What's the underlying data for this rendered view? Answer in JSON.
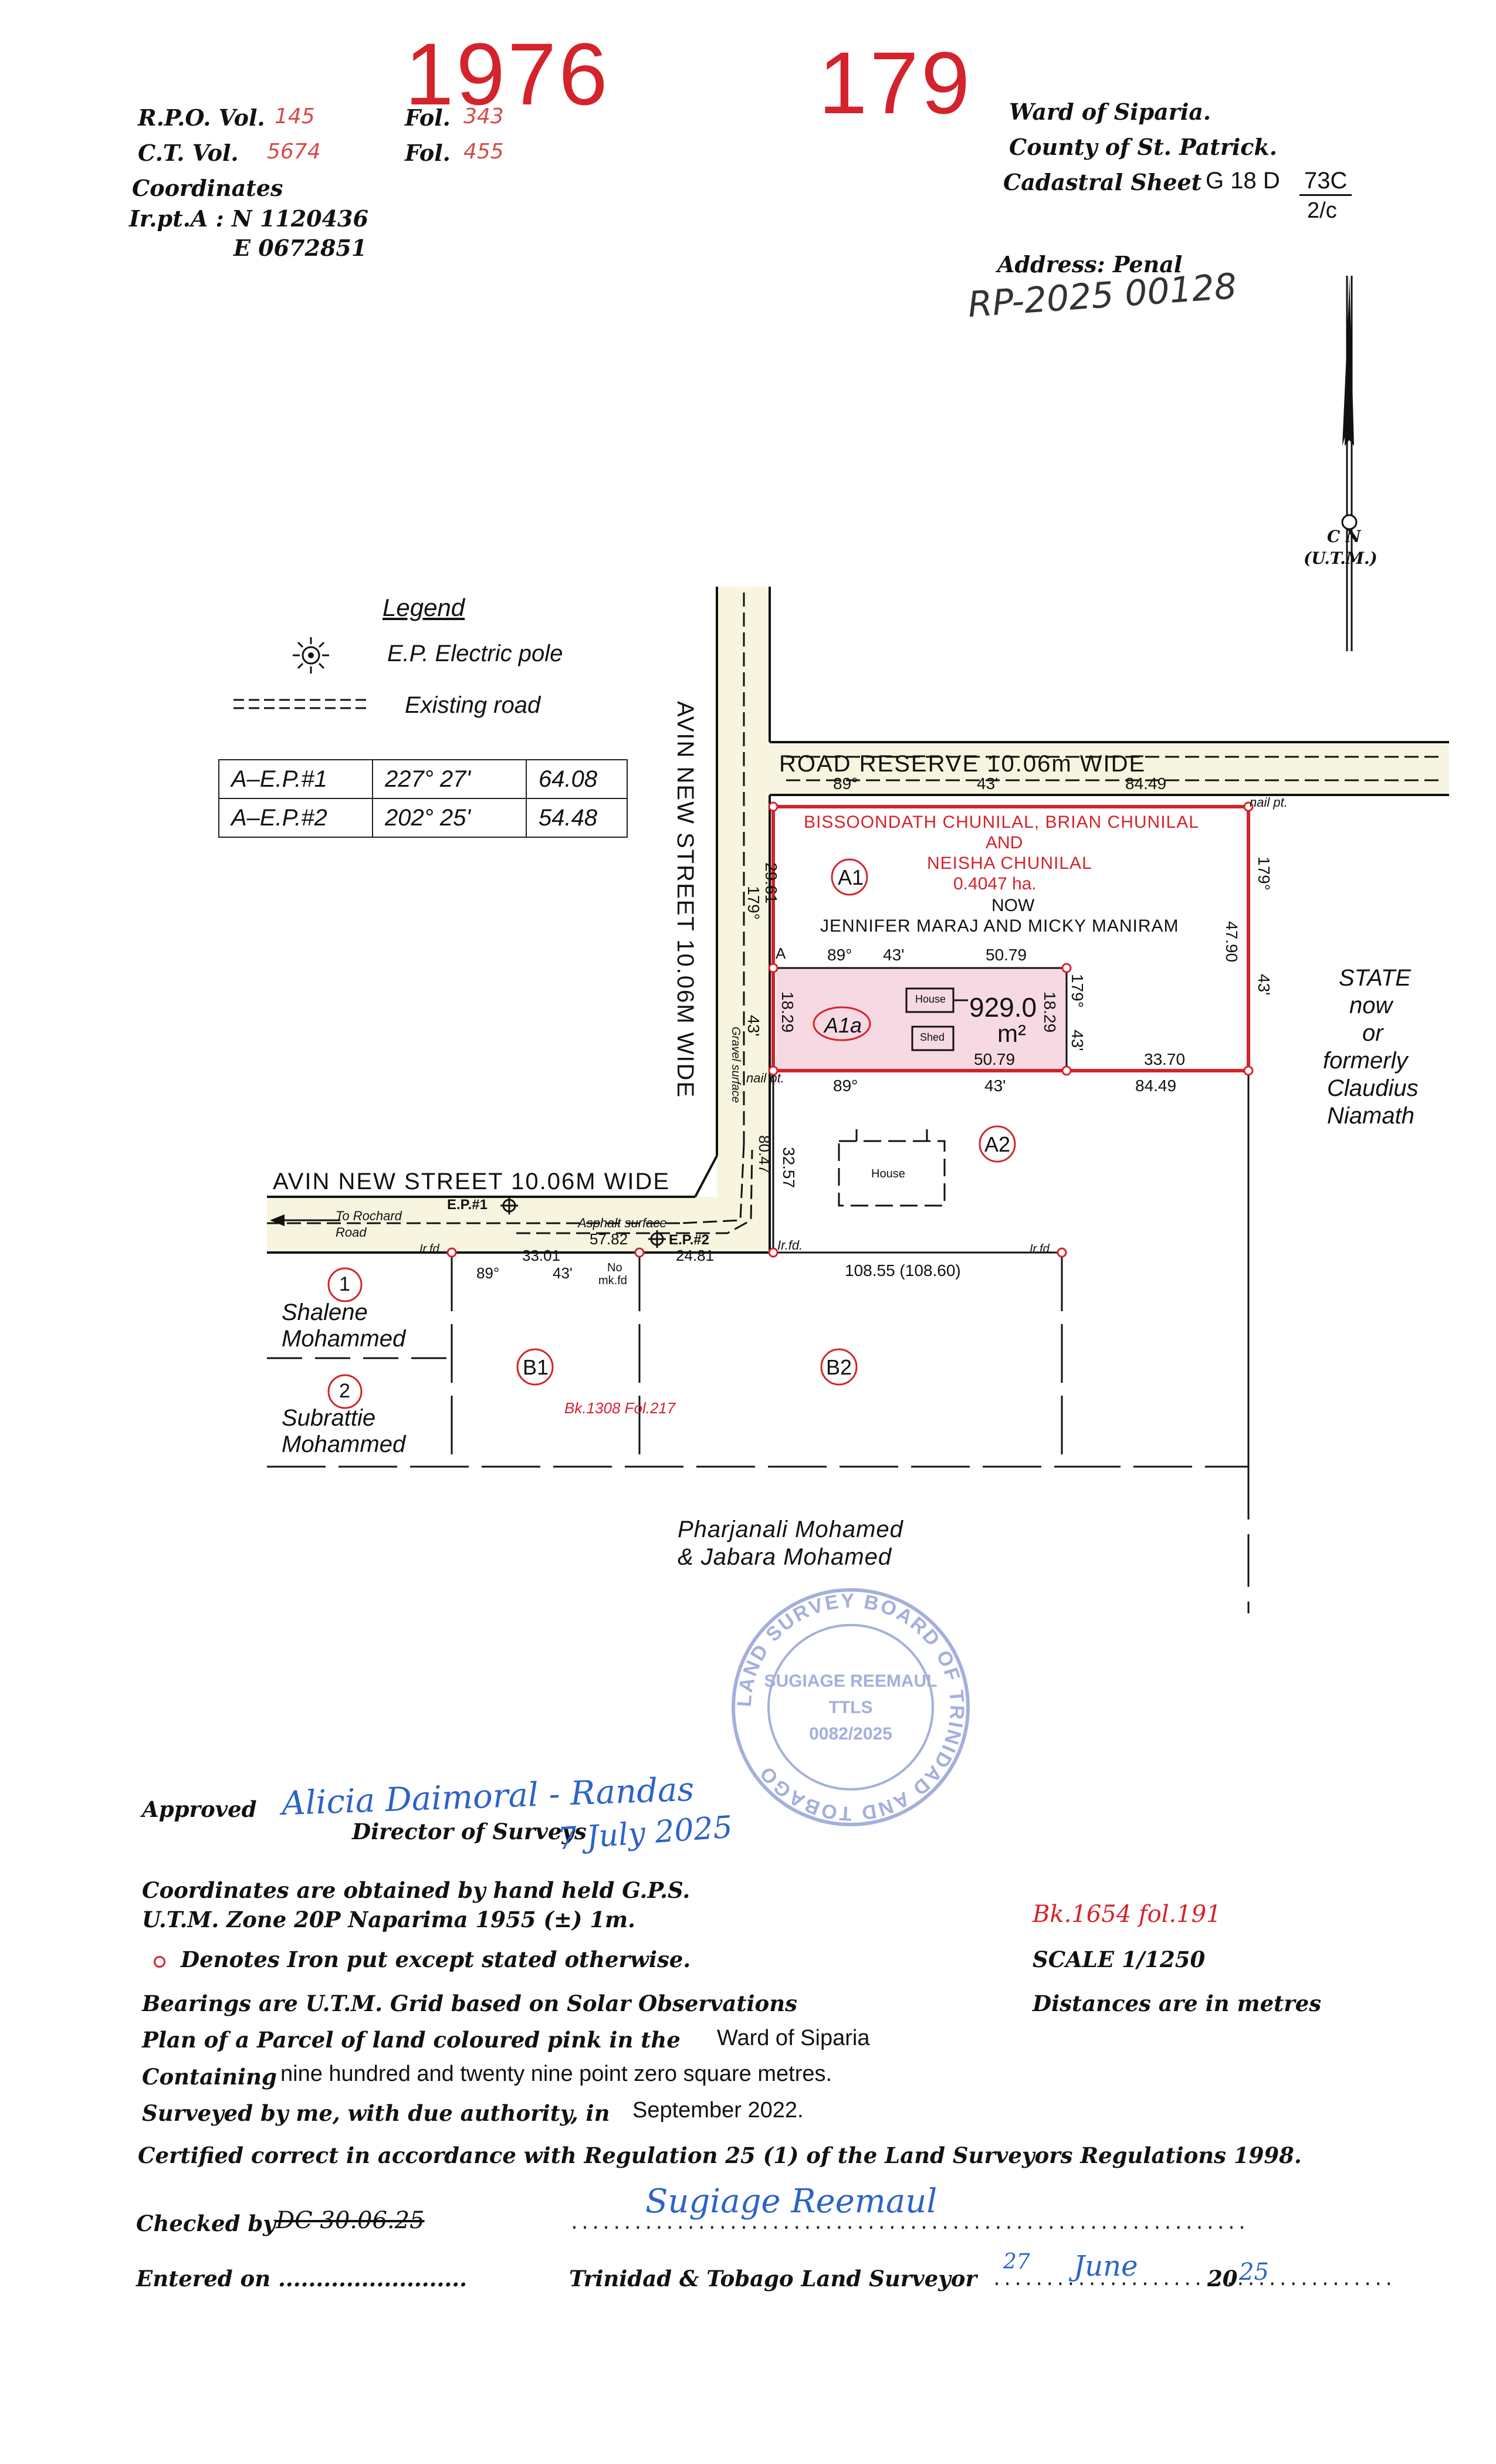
{
  "header": {
    "plan_number_left": "1976",
    "plan_number_right": "179",
    "rpo_label": "R.P.O. Vol.",
    "rpo_vol": "145",
    "rpo_fol_label": "Fol.",
    "rpo_fol": "343",
    "ct_label": "C.T. Vol.",
    "ct_vol": "5674",
    "ct_fol_label": "Fol.",
    "ct_fol": "455",
    "coordinates_label": "Coordinates",
    "irpt_label": "Ir.pt.A : N 1120436",
    "irpt_e": "E 0672851",
    "ward": "Ward of Siparia.",
    "county": "County of St. Patrick.",
    "cadastral_label": "Cadastral Sheet",
    "cadastral_sheet": "G 18 D",
    "cadastral_num": "73C",
    "cadastral_sub": "2/c",
    "address": "Address: Penal",
    "rp_number": "RP-2025 00128"
  },
  "north": {
    "label_cn": "C  N",
    "label_utm": "(U.T.M.)"
  },
  "legend": {
    "title": "Legend",
    "ep_label": "E.P.  Electric pole",
    "road_label": "Existing road",
    "table": [
      [
        "A–E.P.#1",
        "227° 27'",
        "64.08"
      ],
      [
        "A–E.P.#2",
        "202° 25'",
        "54.48"
      ]
    ]
  },
  "plan": {
    "road_reserve": "ROAD     RESERVE  10.06m  WIDE",
    "avin_vertical": "AVIN  NEW  STREET  10.06M  WIDE",
    "avin_horizontal": "AVIN  NEW  STREET  10.06M  WIDE",
    "owners_a1": [
      "BISSOONDATH CHUNILAL, BRIAN CHUNILAL",
      "AND",
      "NEISHA CHUNILAL",
      "0.4047 ha."
    ],
    "now_label": "NOW",
    "now_owners": "JENNIFER MARAJ AND MICKY MANIRAM",
    "a1": "A1",
    "a1a": "A1a",
    "a2": "A2",
    "b1": "B1",
    "b2": "B2",
    "lot1": "1",
    "lot2": "2",
    "area_value": "929.0",
    "area_unit": "m²",
    "house": "House",
    "shed": "Shed",
    "state": [
      "STATE",
      "now",
      "or",
      "formerly",
      "Claudius",
      "Niamath"
    ],
    "owner1": [
      "Shalene",
      "Mohammed"
    ],
    "owner2": [
      "Subrattie",
      "Mohammed"
    ],
    "pharjanali": [
      "Pharjanali Mohamed",
      "& Jabara Mohamed"
    ],
    "bk_ref": "Bk.1308 Fol.217",
    "to_rochard": [
      "To Rochard",
      "Road"
    ],
    "ep1": "E.P.#1",
    "ep2": "E.P.#2",
    "asphalt": "Asphalt surface",
    "gravel": "Gravel surface",
    "nail_pt": "nail pt.",
    "point_a": "A",
    "ir_fd": "Ir.fd.",
    "no_mk_fd": [
      "No",
      "mk.fd"
    ],
    "dims": {
      "top_bearing_deg": "89°",
      "top_bearing_min": "43'",
      "top_len": "84.49",
      "mid_bearing_deg": "89°",
      "mid_bearing_min": "43'",
      "mid_len": "50.79",
      "lower_bearing_deg": "89°",
      "lower_bearing_min": "43'",
      "lower_len": "84.49",
      "left_a1": "29.61",
      "left_bearing": "179°",
      "left_bearing_min": "43'",
      "a1a_left": "18.29",
      "a1a_right": "18.29",
      "a1a_bottom": "50.79",
      "a1a_rb_deg": "179°",
      "a1a_rb_min": "43'",
      "right_len": "47.90",
      "right_bearing_deg": "179°",
      "right_bearing_min": "43'",
      "bottom_right_len": "33.70",
      "a2_left": "32.57",
      "road_len": "80.47",
      "asphalt_len": "57.82",
      "b_left_len": "33.01",
      "b_mid_len": "24.81",
      "b_right_len": "108.55 (108.60)",
      "b_bearing_deg": "89°",
      "b_bearing_min": "43'"
    }
  },
  "stamp": {
    "ring": "LAND SURVEY BOARD OF TRINIDAD AND TOBAGO",
    "name": "SUGIAGE REEMAUL",
    "ttls": "TTLS",
    "num": "0082/2025"
  },
  "footer": {
    "approved": "Approved",
    "approved_sig": "Alicia Daimoral - Randas",
    "director": "Director of Surveys",
    "approved_date": "7 July 2025",
    "coord_line1": "Coordinates are obtained by hand held G.P.S.",
    "coord_line2": "U.T.M. Zone 20P Naparima 1955 (±) 1m.",
    "bk": "Bk.1654  fol.191",
    "iron": "Denotes Iron put except stated otherwise.",
    "scale": "SCALE  1/1250",
    "bearings": "Bearings are U.T.M. Grid based on Solar Observations",
    "distances": "Distances are in metres",
    "plan_of": "Plan of a Parcel of land coloured pink in the",
    "plan_of_ward": "Ward of Siparia",
    "containing": "Containing",
    "containing_val": "nine hundred and twenty nine point zero square metres.",
    "surveyed": "Surveyed by me, with due authority, in",
    "surveyed_date": "September 2022.",
    "certified": "Certified correct in accordance with Regulation 25 (1) of the Land Surveyors Regulations 1998.",
    "checked": "Checked by",
    "checked_val": "DC 30.06.25",
    "surveyor_sig": "Sugiage Reemaul",
    "entered": "Entered on .........................",
    "surveyor_label": "Trinidad & Tobago Land Surveyor",
    "surveyor_day": "27",
    "surveyor_month": "June",
    "year_prefix": "20",
    "year_suffix": "25"
  }
}
